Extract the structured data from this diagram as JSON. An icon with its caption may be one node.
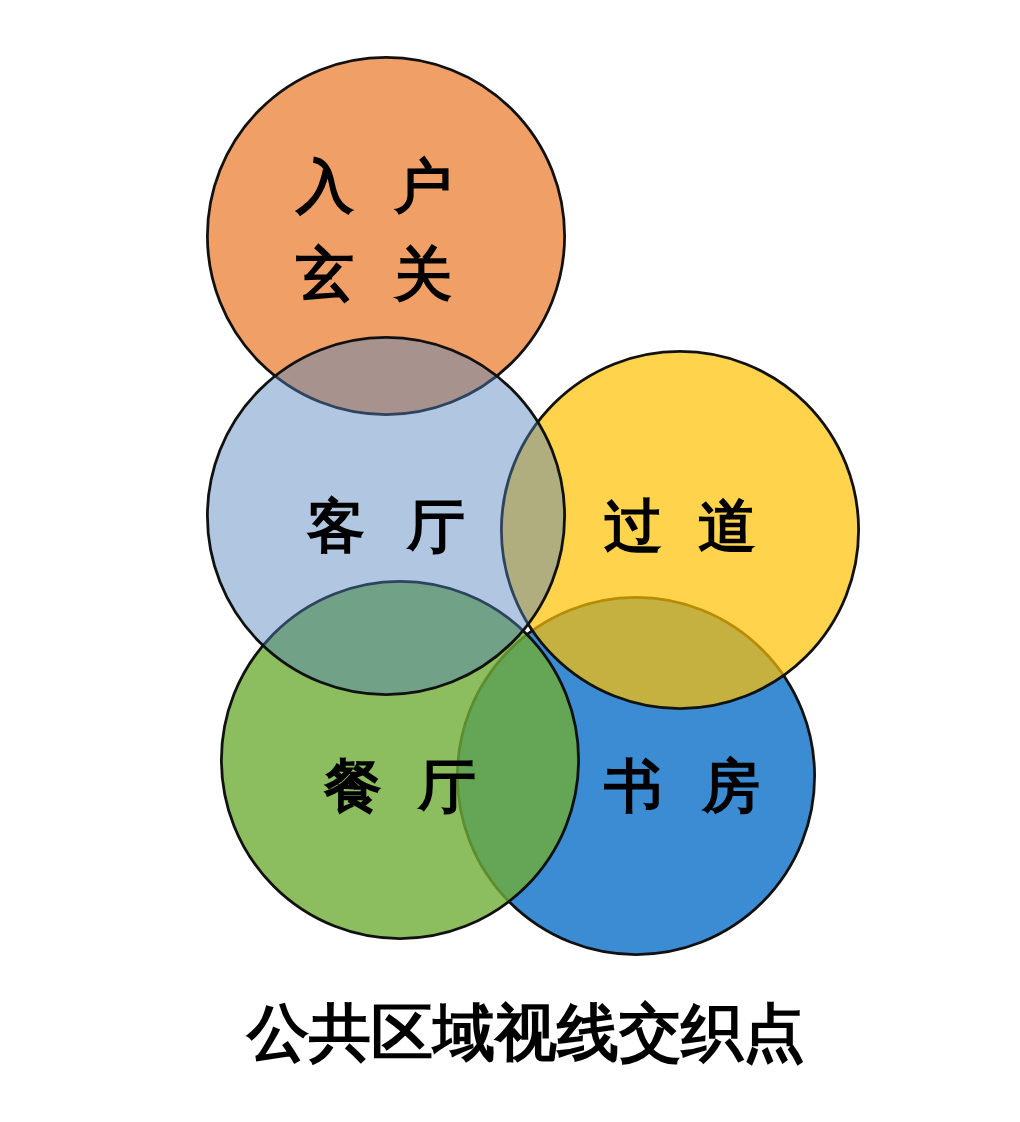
{
  "diagram": {
    "caption": "公共区域视线交织点",
    "nodes": [
      {
        "text": [
          "入户玄关"
        ]
      },
      {
        "text": [
          "客厅"
        ]
      },
      {
        "text": [
          "过道"
        ]
      },
      {
        "text": [
          "餐厅"
        ]
      },
      {
        "text": [
          "书房"
        ]
      }
    ]
  }
}
